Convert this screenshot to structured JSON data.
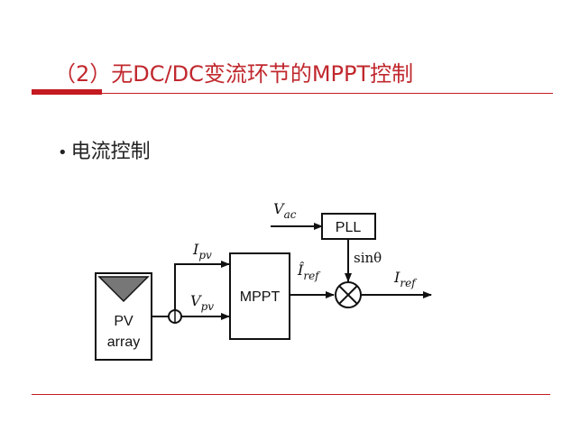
{
  "slide": {
    "title": "（2）无DC/DC变流环节的MPPT控制",
    "bullet": "电流控制"
  },
  "diagram": {
    "pv_label_line1": "PV",
    "pv_label_line2": "array",
    "mppt_label": "MPPT",
    "pll_label": "PLL",
    "ipv_main": "I",
    "ipv_sub": "pv",
    "vpv_main": "V",
    "vpv_sub": "pv",
    "vac_main": "V",
    "vac_sub": "ac",
    "iref_hat_main": "Î",
    "iref_hat_sub": "ref",
    "iref_main": "I",
    "iref_sub": "ref",
    "sin_label": "sinθ"
  },
  "colors": {
    "accent_red": "#c41a22",
    "title_red": "#c0282e"
  }
}
